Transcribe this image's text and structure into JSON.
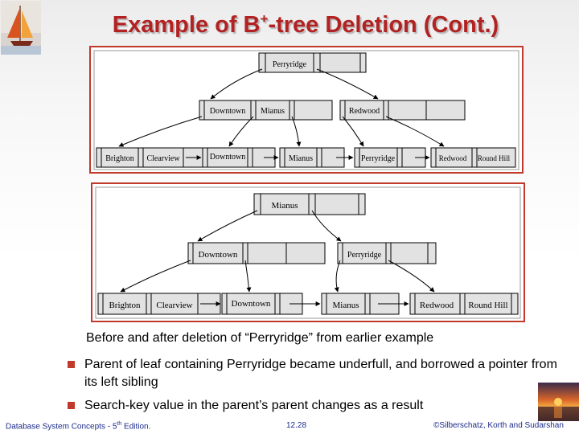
{
  "title": {
    "main": "Example of B",
    "sup": "+",
    "rest": "-tree Deletion (Cont.)"
  },
  "before_tree": {
    "root": [
      "Perryridge"
    ],
    "internal_left": [
      "Downtown",
      "Mianus"
    ],
    "internal_right": [
      "Redwood"
    ],
    "leaves": [
      [
        "Brighton",
        "Clearview"
      ],
      [
        "Downtown"
      ],
      [
        "Mianus"
      ],
      [
        "Perryridge"
      ],
      [
        "Redwood",
        "Round Hill"
      ]
    ]
  },
  "after_tree": {
    "root": [
      "Mianus"
    ],
    "internal_left": [
      "Downtown"
    ],
    "internal_right": [
      "Perryridge"
    ],
    "leaves": [
      [
        "Brighton",
        "Clearview"
      ],
      [
        "Downtown"
      ],
      [
        "Mianus"
      ],
      [
        "Redwood",
        "Round Hill"
      ]
    ]
  },
  "caption": "Before and after deletion of “Perryridge” from earlier example",
  "bullets": [
    "Parent  of leaf containing Perryridge became underfull, and borrowed a pointer from its left sibling",
    "Search-key value in the parent’s parent changes as a result"
  ],
  "footer": {
    "left_a": "Database System Concepts - 5",
    "left_sup": "th",
    "left_b": " Edition.",
    "center": "12.28",
    "right": "©Silberschatz, Korth and Sudarshan"
  },
  "colors": {
    "title": "#b22222",
    "frame": "#c0392b",
    "node_fill": "#dcdcdc",
    "footer": "#1c2b8a"
  }
}
